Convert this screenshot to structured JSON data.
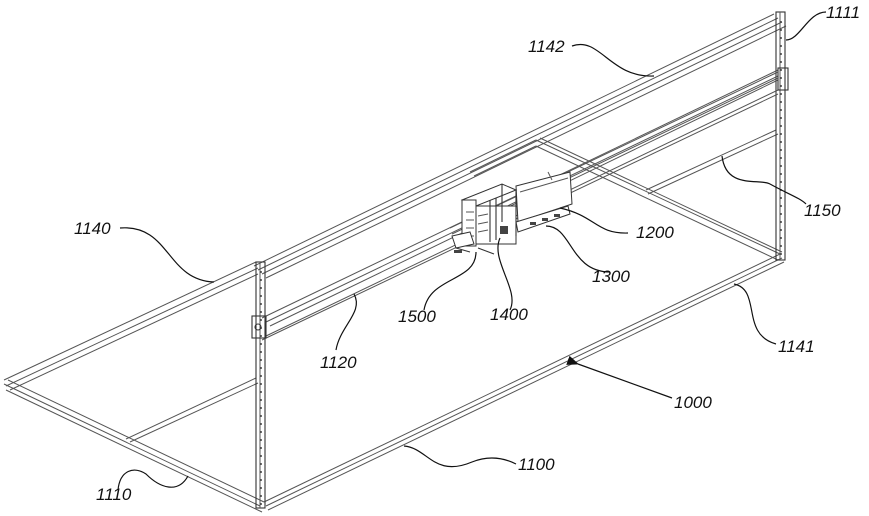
{
  "figure": {
    "description_type": "patent-line-drawing",
    "line_color": "#333333",
    "background": "#ffffff"
  },
  "labels": {
    "l1111": "1111",
    "l1142": "1142",
    "l1150": "1150",
    "l1140": "1140",
    "l1200": "1200",
    "l1300": "1300",
    "l1500": "1500",
    "l1400": "1400",
    "l1120": "1120",
    "l1141": "1141",
    "l1000": "1000",
    "l1100": "1100",
    "l1110": "1110"
  }
}
